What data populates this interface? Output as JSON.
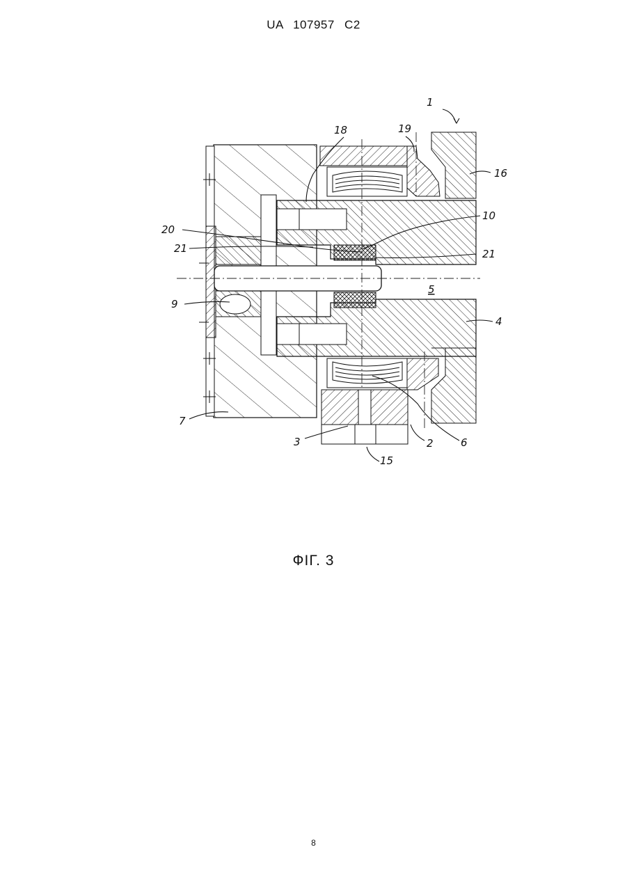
{
  "header": {
    "patent_id": "UA   107957   C2"
  },
  "figure": {
    "caption": "ФІГ. 3",
    "labels": {
      "l1": "1",
      "l2": "2",
      "l3": "3",
      "l4": "4",
      "l5": "5",
      "l6": "6",
      "l7": "7",
      "l9": "9",
      "l10": "10",
      "l15": "15",
      "l16": "16",
      "l18": "18",
      "l19": "19",
      "l20": "20",
      "l21a": "21",
      "l21b": "21"
    }
  },
  "footer": {
    "page_number": "8"
  }
}
